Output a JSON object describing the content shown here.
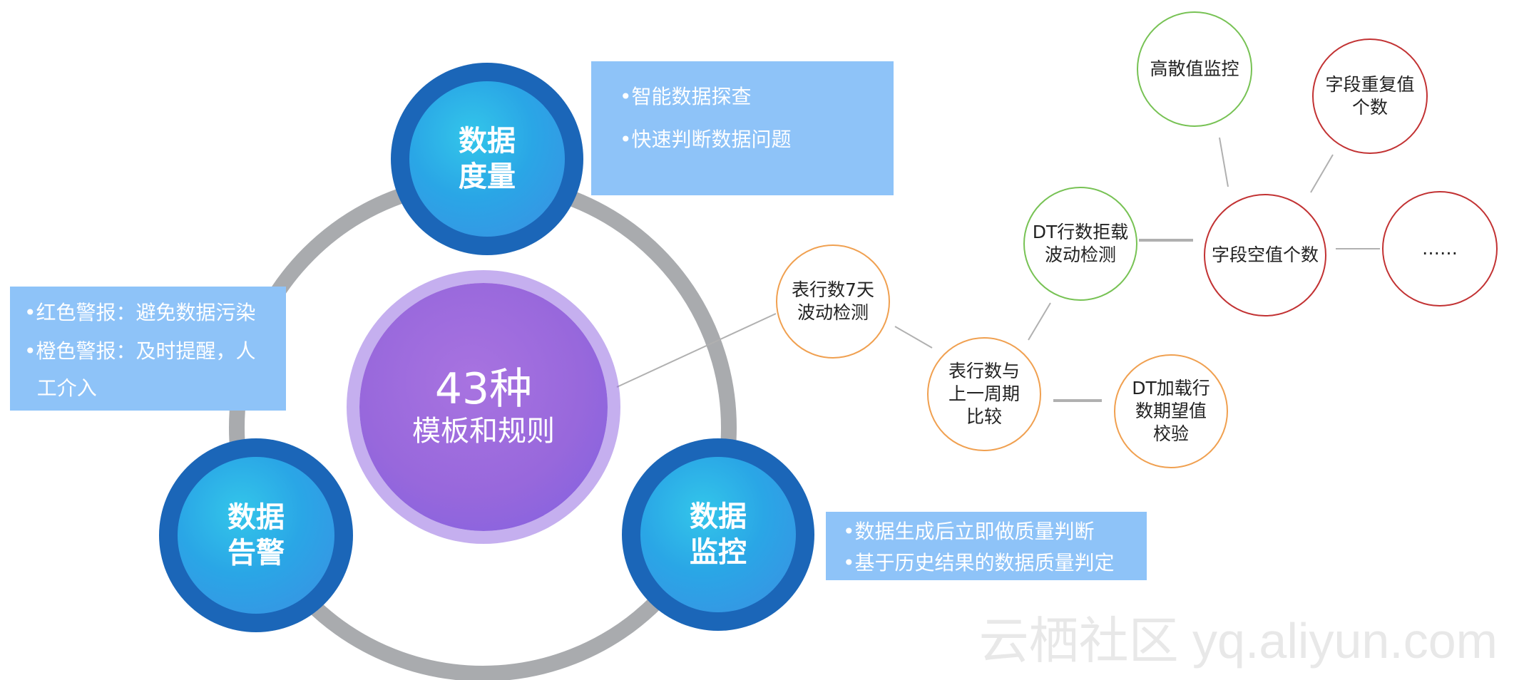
{
  "center": {
    "count": "43种",
    "label": "模板和规则"
  },
  "hubs": {
    "measure": {
      "line1": "数据",
      "line2": "度量"
    },
    "alert": {
      "line1": "数据",
      "line2": "告警"
    },
    "monitor": {
      "line1": "数据",
      "line2": "监控"
    }
  },
  "boxes": {
    "measure": [
      "•智能数据探查",
      "•快速判断数据问题"
    ],
    "alert": [
      "•红色警报：避免数据污染",
      "•橙色警报：及时提醒，人",
      "  工介入"
    ],
    "monitor": [
      "•数据生成后立即做质量判断",
      "•基于历史结果的数据质量判定"
    ]
  },
  "nodes": {
    "table_rows_7day": "表行数7天\n波动检测",
    "table_rows_period": "表行数与\n上一周期\n比较",
    "dt_rows_reject": "DT行数拒载\n波动检测",
    "dt_load_expect": "DT加载行\n数期望值\n校验",
    "field_null": "字段空值个数",
    "high_cardinality": "高散值监控",
    "field_dup": "字段重复值\n个数",
    "more": "……"
  },
  "colors": {
    "hub_ring": "#1b66b8",
    "center": "#9868dc",
    "box": "#8ec3f8",
    "ring": "#a9abae",
    "node_orange": "#f0a050",
    "node_green": "#77c254",
    "node_red": "#c23233"
  },
  "watermark": "云栖社区 yq.aliyun.com"
}
